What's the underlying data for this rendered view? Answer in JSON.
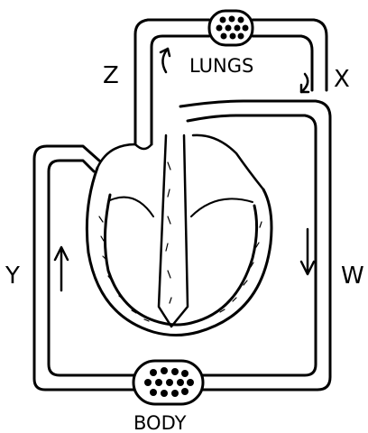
{
  "diagram": {
    "labels": {
      "lungs": "LUNGS",
      "body": "BODY",
      "z": "Z",
      "x": "X",
      "y": "Y",
      "w": "W"
    },
    "colors": {
      "ink": "#000000",
      "paper": "#ffffff"
    },
    "icons": {
      "lungs_capillaries": "capillary-bed-icon",
      "body_capillaries": "capillary-bed-icon",
      "flow_arrows": "arrow-icon"
    }
  }
}
